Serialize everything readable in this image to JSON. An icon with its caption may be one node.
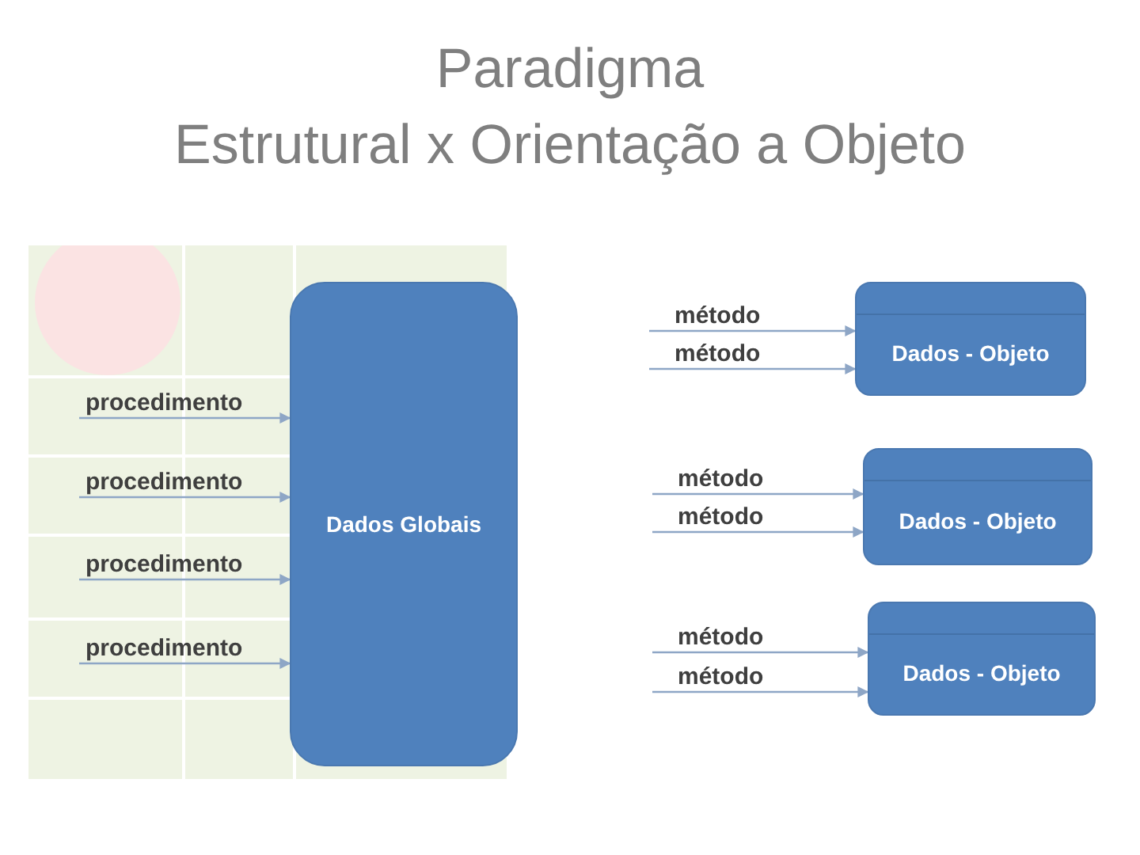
{
  "diagram": {
    "title": "Paradigma Estrutural x Orientação a Objeto",
    "nodes": [
      {
        "text": [
          "procedimento"
        ]
      },
      {
        "text": [
          "procedimento"
        ]
      },
      {
        "text": [
          "procedimento"
        ]
      },
      {
        "text": [
          "procedimento"
        ]
      },
      {
        "text": [
          "Dados Globais"
        ]
      },
      {
        "text": [
          "método"
        ]
      },
      {
        "text": [
          "método"
        ]
      },
      {
        "text": [
          "Dados - Objeto"
        ]
      },
      {
        "text": [
          "método"
        ]
      },
      {
        "text": [
          "método"
        ]
      },
      {
        "text": [
          "Dados - Objeto"
        ]
      },
      {
        "text": [
          "método"
        ]
      },
      {
        "text": [
          "método"
        ]
      },
      {
        "text": [
          "Dados - Objeto"
        ]
      }
    ],
    "edges": [
      {
        "from": 0,
        "to": 4,
        "arrow": "to"
      },
      {
        "from": 1,
        "to": 4,
        "arrow": "to"
      },
      {
        "from": 2,
        "to": 4,
        "arrow": "to"
      },
      {
        "from": 3,
        "to": 4,
        "arrow": "to"
      },
      {
        "from": 5,
        "to": 7,
        "arrow": "to"
      },
      {
        "from": 6,
        "to": 7,
        "arrow": "to"
      },
      {
        "from": 8,
        "to": 10,
        "arrow": "to"
      },
      {
        "from": 9,
        "to": 10,
        "arrow": "to"
      },
      {
        "from": 11,
        "to": 13,
        "arrow": "to"
      },
      {
        "from": 12,
        "to": 13,
        "arrow": "to"
      }
    ]
  }
}
